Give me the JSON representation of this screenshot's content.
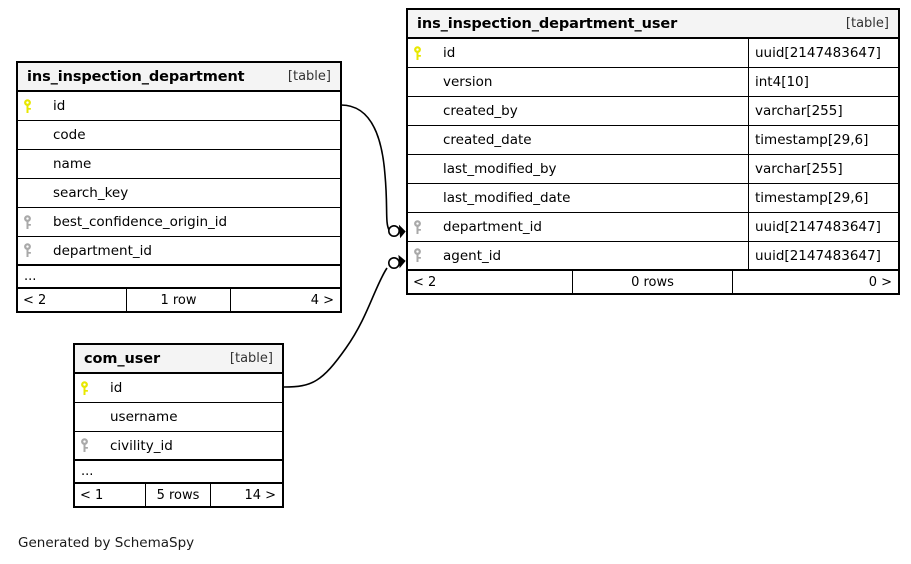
{
  "diagram": {
    "type": "entity-relationship-diagram",
    "credit": "Generated by SchemaSpy",
    "table_tag": "[table]",
    "ellipsis": "...",
    "key_icons": {
      "primary": "primary-key-icon",
      "foreign": "foreign-key-icon"
    },
    "colors": {
      "primary_key": "#e8e800",
      "foreign_key": "#a9a9a9",
      "border": "#000000",
      "header_bg": "#f4f4f4",
      "background": "#ffffff"
    }
  },
  "tables": [
    {
      "id": "ins_inspection_department",
      "name": "ins_inspection_department",
      "tag": "[table]",
      "show_types": false,
      "columns": [
        {
          "name": "id",
          "key": "primary",
          "type": ""
        },
        {
          "name": "code",
          "key": "none",
          "type": ""
        },
        {
          "name": "name",
          "key": "none",
          "type": ""
        },
        {
          "name": "search_key",
          "key": "none",
          "type": ""
        },
        {
          "name": "best_confidence_origin_id",
          "key": "foreign",
          "type": ""
        },
        {
          "name": "department_id",
          "key": "foreign",
          "type": ""
        }
      ],
      "has_ellipsis": true,
      "footer": {
        "left": "< 2",
        "middle": "1 row",
        "right": "4 >"
      }
    },
    {
      "id": "ins_inspection_department_user",
      "name": "ins_inspection_department_user",
      "tag": "[table]",
      "show_types": true,
      "columns": [
        {
          "name": "id",
          "key": "primary",
          "type": "uuid[2147483647]"
        },
        {
          "name": "version",
          "key": "none",
          "type": "int4[10]"
        },
        {
          "name": "created_by",
          "key": "none",
          "type": "varchar[255]"
        },
        {
          "name": "created_date",
          "key": "none",
          "type": "timestamp[29,6]"
        },
        {
          "name": "last_modified_by",
          "key": "none",
          "type": "varchar[255]"
        },
        {
          "name": "last_modified_date",
          "key": "none",
          "type": "timestamp[29,6]"
        },
        {
          "name": "department_id",
          "key": "foreign",
          "type": "uuid[2147483647]"
        },
        {
          "name": "agent_id",
          "key": "foreign",
          "type": "uuid[2147483647]"
        }
      ],
      "has_ellipsis": false,
      "footer": {
        "left": "< 2",
        "middle": "0 rows",
        "right": "0 >"
      }
    },
    {
      "id": "com_user",
      "name": "com_user",
      "tag": "[table]",
      "show_types": false,
      "columns": [
        {
          "name": "id",
          "key": "primary",
          "type": ""
        },
        {
          "name": "username",
          "key": "none",
          "type": ""
        },
        {
          "name": "civility_id",
          "key": "foreign",
          "type": ""
        }
      ],
      "has_ellipsis": true,
      "footer": {
        "left": "< 1",
        "middle": "5 rows",
        "right": "14 >"
      }
    }
  ],
  "relationships": [
    {
      "from_table": "ins_inspection_department",
      "from_column": "id",
      "to_table": "ins_inspection_department_user",
      "to_column": "department_id",
      "marker_start": "circle",
      "marker_end": "arrow"
    },
    {
      "from_table": "com_user",
      "from_column": "id",
      "to_table": "ins_inspection_department_user",
      "to_column": "agent_id",
      "marker_start": "circle",
      "marker_end": "arrow"
    }
  ]
}
